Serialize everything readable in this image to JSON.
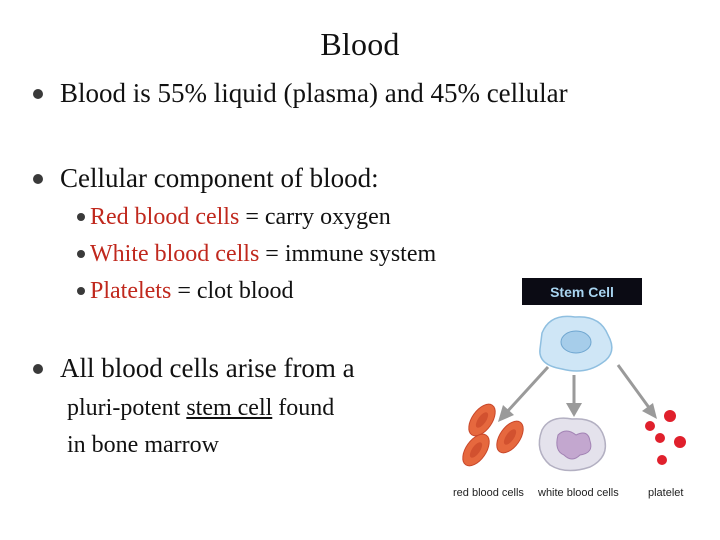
{
  "title": "Blood",
  "bullets": {
    "b1": "Blood is 55% liquid (plasma) and 45% cellular",
    "b2": "Cellular component of blood:",
    "b3": "All blood cells arise from a"
  },
  "subs": [
    {
      "term": "Red blood cells",
      "rest": " = carry oxygen"
    },
    {
      "term": "White blood cells",
      "rest": " = immune system"
    },
    {
      "term": "Platelets",
      "rest": " = clot blood"
    }
  ],
  "stem_text": {
    "line1_a": "pluri-potent ",
    "line1_b": "stem cell",
    "line1_c": " found",
    "line2": "in bone marrow"
  },
  "diagram": {
    "label": "Stem Cell",
    "captions": {
      "rbc": "red blood cells",
      "wbc": "white blood cells",
      "platelet": "platelet"
    }
  },
  "colors": {
    "accent_red": "#c0281d",
    "label_bg": "#0b0b14",
    "label_text": "#a8d4f0"
  }
}
